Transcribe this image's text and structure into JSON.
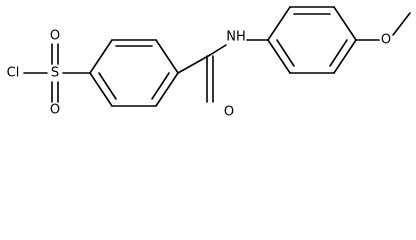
{
  "molecule": {
    "atom_labels": {
      "chlorine": "Cl",
      "sulfur": "S",
      "sulfonyl_oxygen_top": "O",
      "sulfonyl_oxygen_bottom": "O",
      "carbonyl_oxygen": "O",
      "amide_nitrogen": "NH",
      "ether_oxygen": "O"
    }
  }
}
